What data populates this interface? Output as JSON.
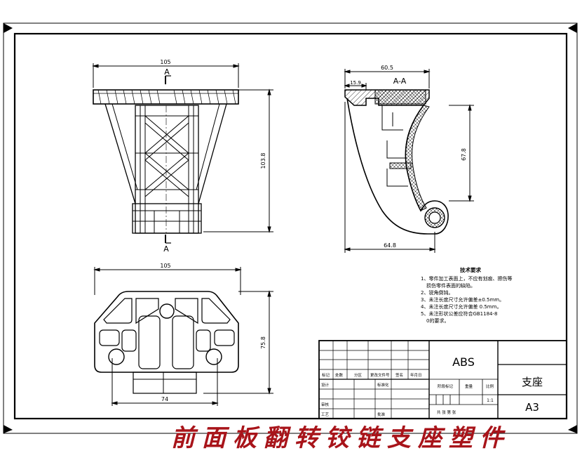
{
  "front_view": {
    "width_dim": "105",
    "height_dim": "103.8",
    "section_label_top": "A",
    "section_label_bottom": "A"
  },
  "section_view": {
    "title": "A-A",
    "top_dim": "60.5",
    "small_dim": "15.9",
    "height_dim": "67.8",
    "bottom_dim": "64.8"
  },
  "plan_view": {
    "width_dim": "105",
    "height_dim": "75.8",
    "bottom_dim": "74"
  },
  "notes": {
    "heading": "技术要求",
    "lines": [
      "1、零件加工表面上，不应有划痕、擦伤等",
      "损伤零件表面的缺陷。",
      "2、锐角倒钝。",
      "3、未注长度尺寸允许偏差±0.5mm。",
      "4、未注长度尺寸允许偏差 0.5mm。",
      "5、未注形状公差应符合GB1184-8",
      "0的要求。"
    ]
  },
  "title_block": {
    "material": "ABS",
    "part_name": "支座",
    "sheet_size": "A3",
    "scale": "1:1",
    "header_labels": [
      "标记",
      "处数",
      "分区",
      "更改文件号",
      "签名",
      "年月日"
    ],
    "row_labels": [
      "设计",
      "标准化",
      "审核",
      "工艺",
      "批准"
    ],
    "stage_labels": [
      "阶段标记",
      "重量",
      "比例"
    ],
    "sheet_labels": "共 张 第 张"
  },
  "banner_text": "前面板翻转铰链支座塑件"
}
